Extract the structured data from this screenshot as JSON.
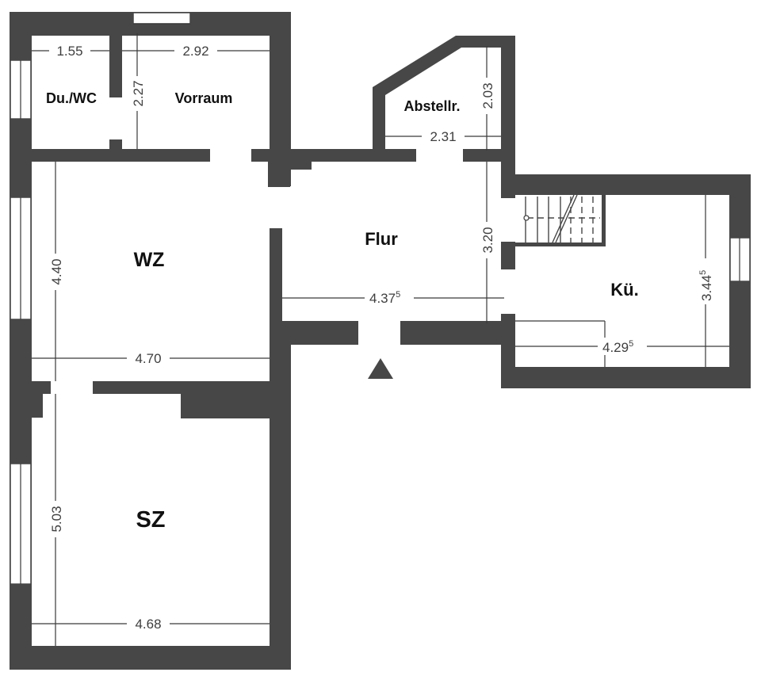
{
  "floorplan": {
    "colors": {
      "wall": "#474747",
      "background": "#ffffff",
      "text": "#111111",
      "dimension": "#3e3e3e"
    },
    "rooms": {
      "du_wc": {
        "label": "Du./WC"
      },
      "vorraum": {
        "label": "Vorraum"
      },
      "abstellr": {
        "label": "Abstellr."
      },
      "wz": {
        "label": "WZ"
      },
      "flur": {
        "label": "Flur"
      },
      "kueche": {
        "label": "Kü."
      },
      "sz": {
        "label": "SZ"
      }
    },
    "dimensions": {
      "du_wc_width": "1.55",
      "vorraum_width": "2.92",
      "vorraum_depth": "2.27",
      "abstellr_depth": "2.03",
      "abstellr_width": "2.31",
      "flur_depth": "3.20",
      "flur_width": {
        "main": "4.37",
        "sup": "5"
      },
      "wz_depth": "4.40",
      "wz_width": "4.70",
      "kueche_depth": {
        "main": "3.44",
        "sup": "5"
      },
      "kueche_width": {
        "main": "4.29",
        "sup": "5"
      },
      "sz_depth": "5.03",
      "sz_width": "4.68"
    },
    "entrance_icon": "triangle-up-icon"
  }
}
